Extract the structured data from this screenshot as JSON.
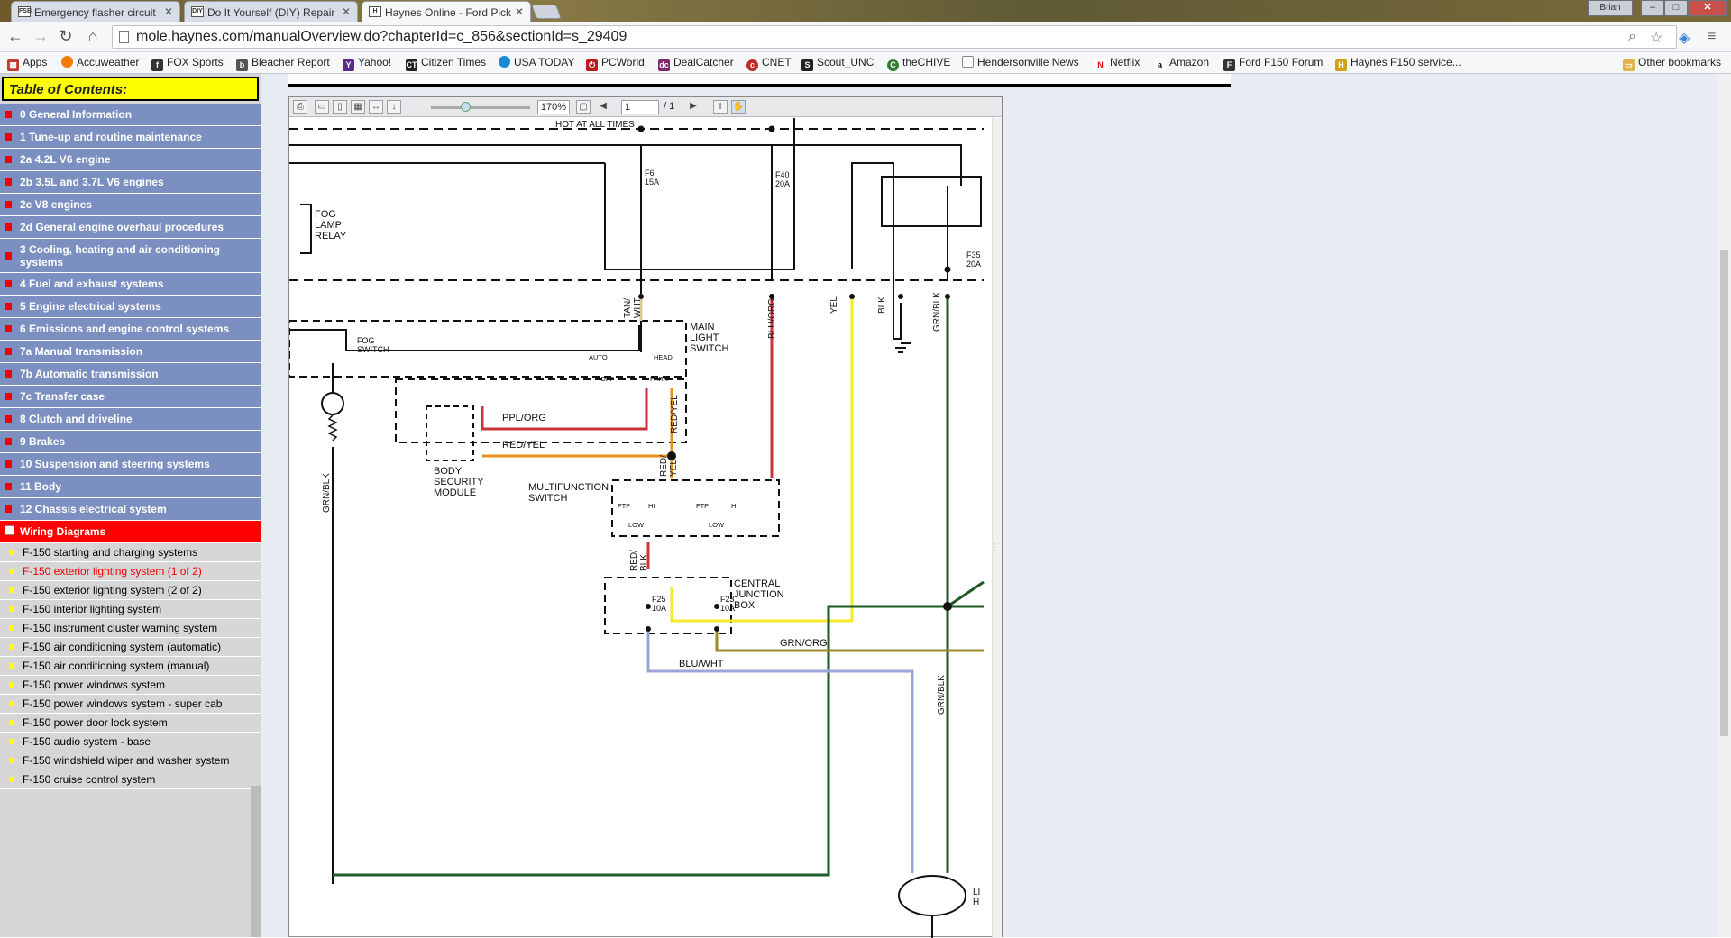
{
  "browser": {
    "tabs": [
      {
        "title": "Emergency flasher circuit",
        "favicon": "FSB"
      },
      {
        "title": "Do It Yourself (DIY) Repair",
        "favicon": "DIY"
      },
      {
        "title": "Haynes Online - Ford Pick",
        "favicon": "H"
      }
    ],
    "user": "Brian",
    "url": "mole.haynes.com/manualOverview.do?chapterId=c_856&sectionId=s_29409",
    "window_buttons": {
      "minimize": "–",
      "maximize": "□",
      "close": "✕"
    }
  },
  "bookmarks": [
    "Apps",
    "Accuweather",
    "FOX Sports",
    "Bleacher Report",
    "Yahoo!",
    "Citizen Times",
    "USA TODAY",
    "PCWorld",
    "DealCatcher",
    "CNET",
    "Scout_UNC",
    "theCHIVE",
    "Hendersonville News",
    "Netflix",
    "Amazon",
    "Ford F150 Forum",
    "Haynes F150 service...",
    "Other bookmarks"
  ],
  "toc": {
    "title": "Table of Contents:",
    "items": [
      "0 General Information",
      "1 Tune-up and routine maintenance",
      "2a 4.2L V6 engine",
      "2b 3.5L and 3.7L V6 engines",
      "2c V8 engines",
      "2d General engine overhaul procedures",
      "3 Cooling, heating and air conditioning systems",
      "4 Fuel and exhaust systems",
      "5 Engine electrical systems",
      "6 Emissions and engine control systems",
      "7a Manual transmission",
      "7b Automatic transmission",
      "7c Transfer case",
      "8 Clutch and driveline",
      "9 Brakes",
      "10 Suspension and steering systems",
      "11 Body",
      "12 Chassis electrical system"
    ],
    "wiring_heading": "Wiring Diagrams",
    "wiring_items": [
      "F-150 starting and charging systems",
      "F-150 exterior lighting system (1 of 2)",
      "F-150 exterior lighting system (2 of 2)",
      "F-150 interior lighting system",
      "F-150 instrument cluster warning system",
      "F-150 air conditioning system (automatic)",
      "F-150 air conditioning system (manual)",
      "F-150 power windows system",
      "F-150 power windows system - super cab",
      "F-150 power door lock system",
      "F-150 audio system - base",
      "F-150 windshield wiper and washer system",
      "F-150 cruise control system"
    ],
    "current_index": 1
  },
  "pdf_viewer": {
    "zoom": "170%",
    "page": "1",
    "page_total": "/ 1"
  },
  "diagram": {
    "hot_label": "HOT AT ALL TIMES",
    "fuses": {
      "f6": [
        "F6",
        "15A"
      ],
      "f40": [
        "F40",
        "20A"
      ],
      "f35": [
        "F35",
        "20A"
      ],
      "f25": [
        "F25",
        "10A"
      ],
      "f23": [
        "F23",
        "10A"
      ]
    },
    "labels": {
      "fog_relay": [
        "FOG",
        "LAMP",
        "RELAY"
      ],
      "main_switch": [
        "MAIN",
        "LIGHT",
        "SWITCH"
      ],
      "fog_switch": [
        "FOG",
        "SWITCH"
      ],
      "auto": "AUTO",
      "off": "OFF",
      "head": "HEAD",
      "park": "PARK",
      "body_module": [
        "BODY",
        "SECURITY",
        "MODULE"
      ],
      "multifunction": [
        "MULTIFUNCTION",
        "SWITCH"
      ],
      "ftp1": "FTP",
      "hi1": "HI",
      "low1": "LOW",
      "ftp2": "FTP",
      "hi2": "HI",
      "low2": "LOW",
      "cjb": [
        "CENTRAL",
        "JUNCTION",
        "BOX"
      ],
      "lamp_cut": [
        "LI",
        "H"
      ]
    },
    "wires": {
      "tan_wht": [
        "TAN/",
        "WHT"
      ],
      "blu_org": "BLU/ORG",
      "yel": "YEL",
      "blk1": "BLK",
      "grn_blk1": "GRN/BLK",
      "ppl_org": "PPL/ORG",
      "red_yel_h": "RED/YEL",
      "red_yel_v": "RED/YEL",
      "red_yel_v2": [
        "RED/",
        "YEL"
      ],
      "grn_blk2": "GRN/BLK",
      "red_blk": [
        "RED/",
        "BLK"
      ],
      "grn_org": "GRN/ORG",
      "blu_wht": "BLU/WHT",
      "grn_blk3": "GRN/BLK",
      "blk2": "BLK"
    },
    "colors": {
      "red": "#c8343a",
      "orange": "#e8901a",
      "yellow": "#f2ea2a",
      "green": "#1e5a24",
      "olive": "#9a8a2a",
      "blue": "#9aa6d8",
      "tan": "#d8c89a"
    }
  }
}
